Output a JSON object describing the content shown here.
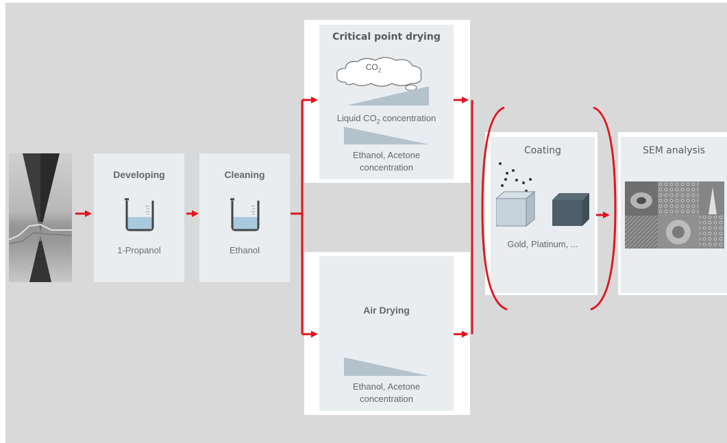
{
  "steps": {
    "developing": {
      "title": "Developing",
      "solvent": "1-Propanol"
    },
    "cleaning": {
      "title": "Cleaning",
      "solvent": "Ethanol"
    },
    "critical_point_drying": {
      "title": "Critical point drying",
      "cloud_label": "CO",
      "cloud_sub": "2",
      "liquid_label_prefix": "Liquid CO",
      "liquid_label_sub": "2",
      "liquid_label_suffix": " concentration",
      "ethanol_line1": "Ethanol, Acetone",
      "ethanol_line2": "concentration"
    },
    "air_drying": {
      "title": "Air Drying",
      "ethanol_line1": "Ethanol, Acetone",
      "ethanol_line2": "concentration"
    },
    "coating": {
      "title": "Coating",
      "materials": "Gold, Platinum, ..."
    },
    "sem": {
      "title": "SEM analysis"
    }
  },
  "colors": {
    "arrow": "#e0141e",
    "bracket": "#e0141e",
    "panel": "#e9edf0",
    "background": "#d9d9d9",
    "liquid": "#a9c9df",
    "wedge": "#b4c2cc",
    "cube_light": "#c7d3dc",
    "cube_dark": "#4d5e69"
  },
  "icons": [
    "beaker-icon",
    "beaker-icon",
    "cloud-icon",
    "cube-icon",
    "cube-icon",
    "sem-image",
    "sample-image"
  ]
}
